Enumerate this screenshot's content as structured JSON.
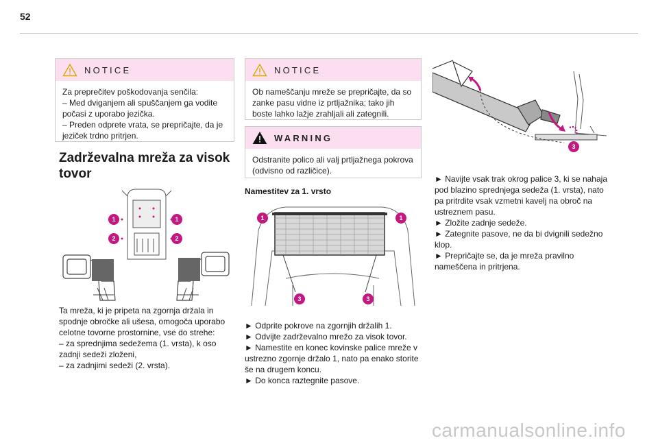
{
  "page_number": "52",
  "column1": {
    "notice": {
      "title": "NOTICE",
      "lines": [
        "Za preprečitev poškodovanja senčila:",
        "– Med dviganjem ali spuščanjem ga vodite počasi z uporabo jezička.",
        "– Preden odprete vrata, se prepričajte, da je jeziček trdno pritrjen."
      ]
    },
    "heading": "Zadrževalna mreža za visok tovor",
    "figure_callouts": [
      "1",
      "1",
      "2",
      "2"
    ],
    "body_lines": [
      "Ta mreža, ki je pripeta na zgornja držala in spodnje obročke ali ušesa, omogoča uporabo celotne tovorne prostornine, vse do strehe:",
      "– za sprednjima sedežema (1. vrsta), k oso zadnji sedeži zloženi,",
      "– za zadnjimi sedeži (2. vrsta)."
    ]
  },
  "column2": {
    "notice": {
      "title": "NOTICE",
      "lines": [
        "Ob nameščanju mreže se prepričajte, da so zanke pasu vidne iz prtljažnika; tako jih boste lahko lažje zrahljali ali zategnili."
      ]
    },
    "warning": {
      "title": "WARNING",
      "lines": [
        "Odstranite polico ali valj prtljažnega pokrova (odvisno od različice)."
      ]
    },
    "subheading": "Namestitev za 1. vrsto",
    "figure_callouts": [
      "1",
      "1",
      "3",
      "3"
    ],
    "steps": [
      "► Odprite pokrove na zgornjih držalih 1.",
      "► Odvijte zadrževalno mrežo za visok tovor.",
      "► Namestite en konec kovinske palice mreže v ustrezno zgornje držalo 1, nato pa enako storite še na drugem koncu.",
      "► Do konca raztegnite pasove."
    ]
  },
  "column3": {
    "figure_callouts": [
      "3"
    ],
    "steps": [
      "► Navijte vsak trak okrog palice 3, ki se nahaja pod blazino sprednjega sedeža (1. vrsta), nato pa pritrdite vsak vzmetni kavelj na obroč na ustreznem pasu.",
      "► Zložite zadnje sedeže.",
      "► Zategnite pasove, ne da bi dvignili sedežno klop.",
      "► Prepričajte se, da je mreža pravilno nameščena in pritrjena."
    ]
  },
  "watermark": "carmanualsonline.info",
  "colors": {
    "callout": "#c2187f",
    "notice_header": "#fbdff0",
    "rule": "#bdbdbd"
  }
}
